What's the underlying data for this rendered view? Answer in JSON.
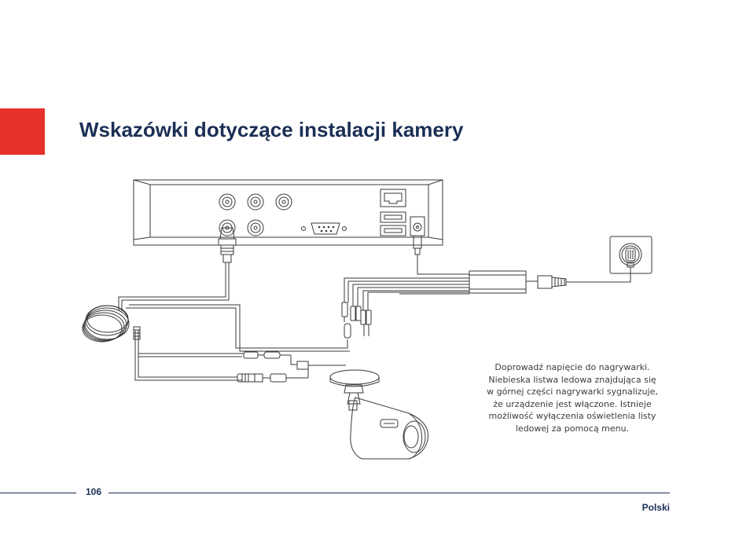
{
  "header": {
    "title": "Wskazówki dotyczące instalacji kamery",
    "accent_color": "#e8312a",
    "title_color": "#1b2f55"
  },
  "caption": {
    "lines": [
      "Doprowadź napięcie do nagrywarki.",
      "Niebieska listwa ledowa znajdująca się",
      "w górnej części nagrywarki sygnalizuje,",
      "że urządzenie jest włączone. Istnieje",
      "możliwość wyłączenia oświetlenia listy",
      "ledowej za pomocą menu."
    ]
  },
  "footer": {
    "page_number": "106",
    "language": "Polski"
  }
}
